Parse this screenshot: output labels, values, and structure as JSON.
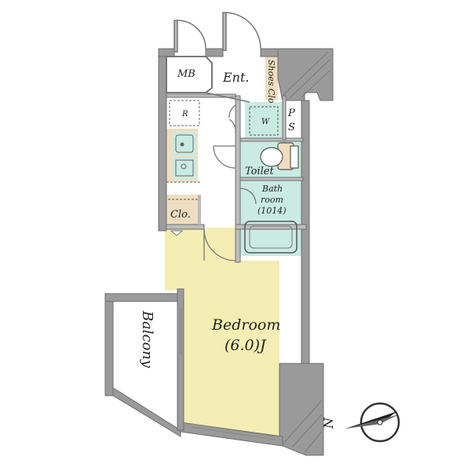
{
  "rooms": {
    "mb": "MB",
    "entrance": "Ent.",
    "shoes_closet": "Shoes Clo",
    "refrigerator": "R",
    "washer": "W",
    "pipe_space_p": "P",
    "pipe_space_s": "S",
    "toilet": "Toilet",
    "bath_line1": "Bath",
    "bath_line2": "room",
    "bath_line3": "(1014)",
    "closet": "Clo.",
    "bedroom_name": "Bedroom",
    "bedroom_size": "(6.0)J",
    "balcony": "Balcony"
  },
  "compass": {
    "north_label": "N"
  },
  "colors": {
    "wall": "#9a9a9a",
    "wall_dark": "#808080",
    "bedroom_floor": "#f4eeb4",
    "wet_area": "#c9ebe2",
    "storage": "#f0ddc0",
    "kitchen": "#f0ddc0",
    "outline": "#555555"
  }
}
